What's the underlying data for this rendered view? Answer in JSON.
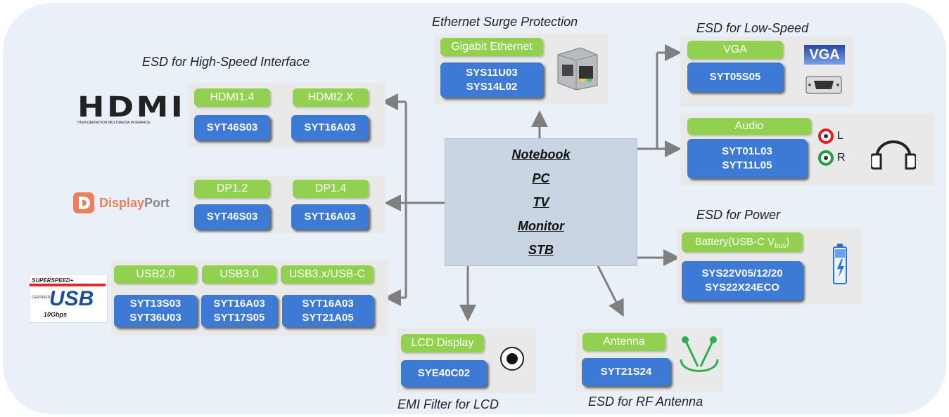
{
  "center": {
    "devices": [
      "Notebook",
      "PC",
      "TV",
      "Monitor",
      "STB"
    ]
  },
  "sections": {
    "high_speed": {
      "title": "ESD for High-Speed Interface",
      "hdmi": {
        "logo": "HDMI",
        "logo_sub": "HIGH-DEFINITION MULTIMEDIA INTERFACE",
        "items": [
          {
            "label": "HDMI1.4",
            "parts": [
              "SYT46S03"
            ]
          },
          {
            "label": "HDMI2.X",
            "parts": [
              "SYT16A03"
            ]
          }
        ]
      },
      "dp": {
        "logo_a": "Display",
        "logo_b": "Port",
        "items": [
          {
            "label": "DP1.2",
            "parts": [
              "SYT46S03"
            ]
          },
          {
            "label": "DP1.4",
            "parts": [
              "SYT16A03"
            ]
          }
        ]
      },
      "usb": {
        "logo_top": "SUPERSPEED+",
        "logo_certified": "CERTIFIED",
        "logo_main": "USB",
        "logo_speed": "10Gbps",
        "items": [
          {
            "label": "USB2.0",
            "parts": [
              "SYT13S03",
              "SYT36U03"
            ]
          },
          {
            "label": "USB3.0",
            "parts": [
              "SYT16A03",
              "SYT17S05"
            ]
          },
          {
            "label": "USB3.x/USB-C",
            "parts": [
              "SYT16A03",
              "SYT21A05"
            ]
          }
        ]
      }
    },
    "ethernet": {
      "title": "Ethernet Surge Protection",
      "label": "Gigabit Ethernet",
      "parts": [
        "SYS11U03",
        "SYS14L02"
      ]
    },
    "low_speed": {
      "title": "ESD for Low-Speed",
      "vga": {
        "label": "VGA",
        "parts": [
          "SYT05S05"
        ],
        "logo": "VGA"
      },
      "audio": {
        "label": "Audio",
        "parts": [
          "SYT01L03",
          "SYT11L05"
        ],
        "left": "L",
        "right": "R"
      }
    },
    "power": {
      "title": "ESD for Power",
      "label_main": "Battery(USB-C V",
      "label_sub": "bus",
      "label_end": ")",
      "parts": [
        "SYS22V05/12/20",
        "SYS22X24ECO"
      ]
    },
    "lcd": {
      "title": "EMI Filter for LCD",
      "label": "LCD Display",
      "parts": [
        "SYE40C02"
      ]
    },
    "antenna": {
      "title": "ESD for RF Antenna",
      "label": "Antenna",
      "parts": [
        "SYT21S24"
      ]
    }
  },
  "colors": {
    "background": "#eaf0f8",
    "panel": "#e9e9e9",
    "green": "#92d050",
    "blue": "#3d7ad6",
    "center": "#c9d5e2",
    "arrow": "#7f7f7f"
  }
}
